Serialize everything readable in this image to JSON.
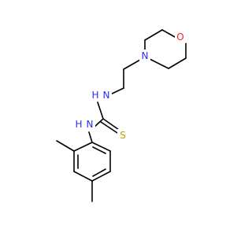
{
  "molecule": {
    "colors": {
      "N": "#2b2bff",
      "O": "#ff1f1f",
      "S": "#b8a000",
      "bond": "#000000"
    },
    "atoms": [
      {
        "id": "o1",
        "symbol": "O",
        "label": "O"
      },
      {
        "id": "n_morph",
        "symbol": "N",
        "label": "N"
      },
      {
        "id": "n_upper",
        "symbol": "N",
        "label": "N"
      },
      {
        "id": "h_upper",
        "symbol": "H",
        "label": "H"
      },
      {
        "id": "s1",
        "symbol": "S",
        "label": "S"
      },
      {
        "id": "n_lower",
        "symbol": "N",
        "label": "N"
      },
      {
        "id": "h_lower",
        "symbol": "H",
        "label": "H"
      }
    ]
  }
}
